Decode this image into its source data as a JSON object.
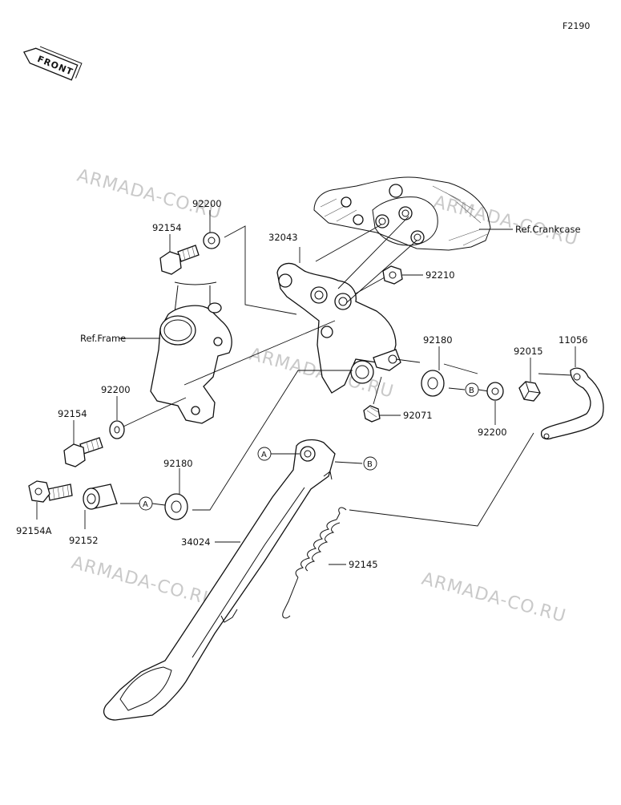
{
  "figure_code": "F2190",
  "front_label": "FRONT",
  "watermark": "ARMADA-CO.RU",
  "refs": {
    "crankcase": "Ref.Crankcase",
    "frame": "Ref.Frame"
  },
  "parts": {
    "p32043": "32043",
    "p92210": "92210",
    "p92200_top": "92200",
    "p92154_top": "92154",
    "p92180_right": "92180",
    "p92015": "92015",
    "p11056": "11056",
    "p92200_left": "92200",
    "p92154_left": "92154",
    "p92071": "92071",
    "p92200_right": "92200",
    "p92180_left": "92180",
    "p92154A": "92154A",
    "p92152": "92152",
    "p34024": "34024",
    "p92145": "92145"
  },
  "callouts": {
    "a": "A",
    "b": "B"
  }
}
